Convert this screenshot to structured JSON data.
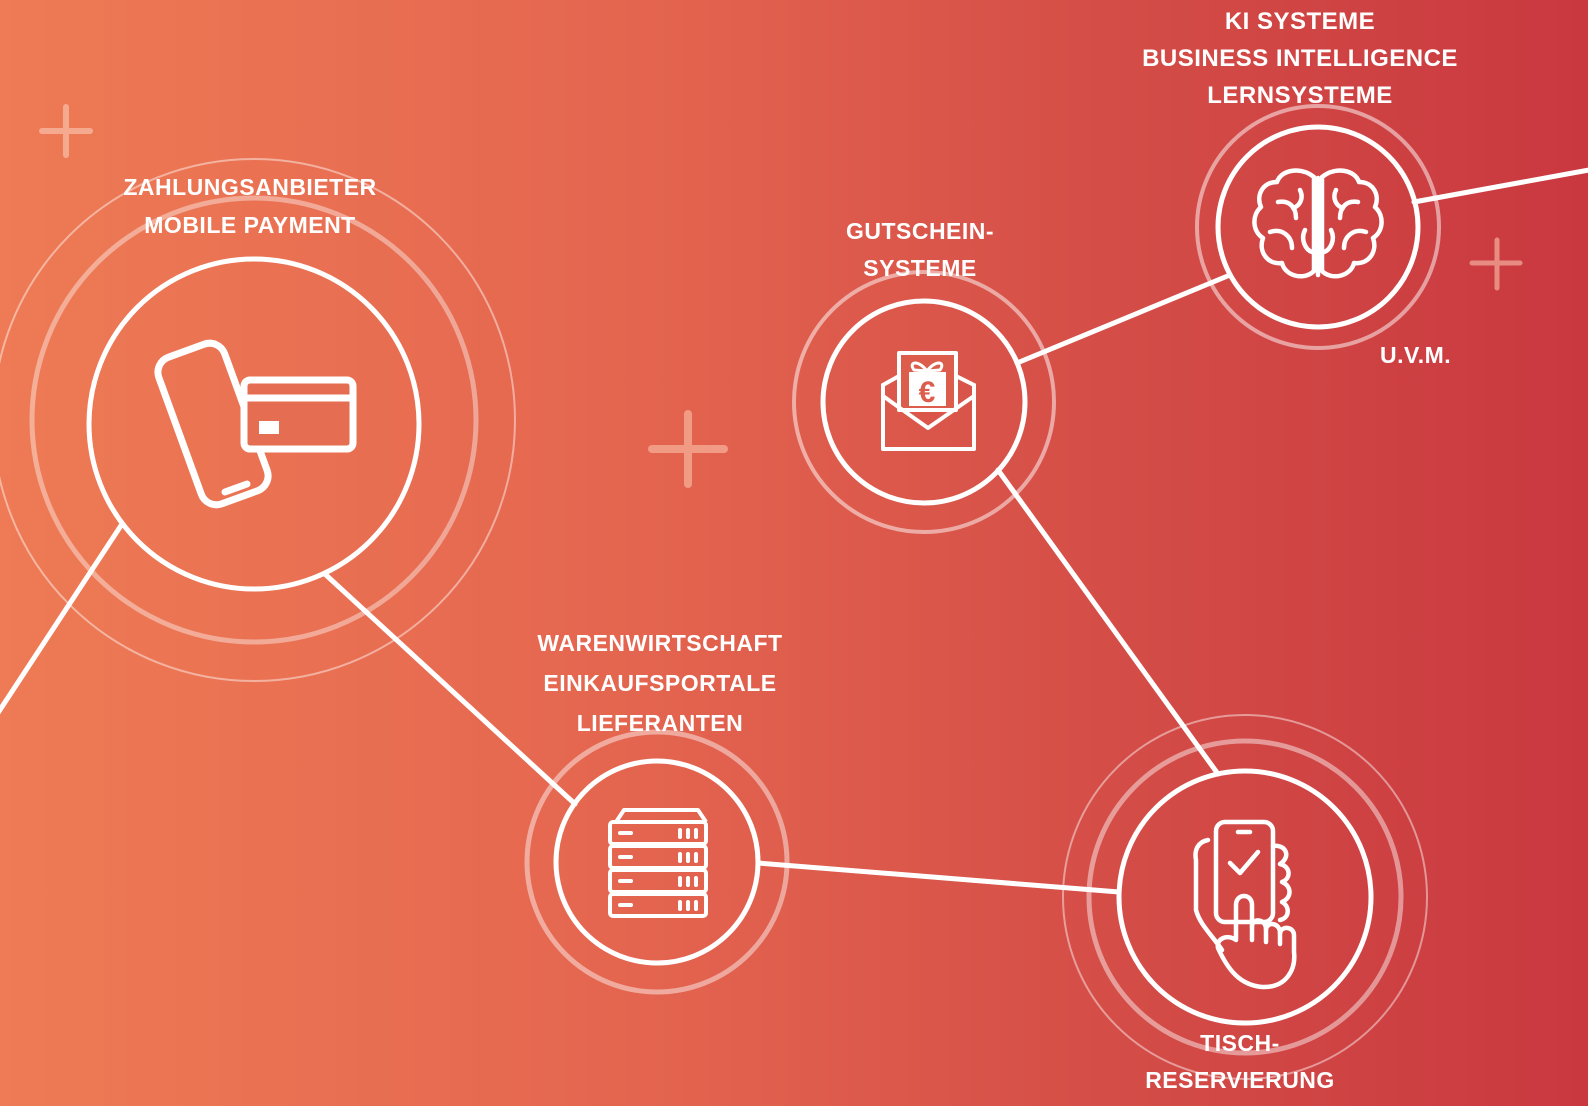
{
  "nodes": {
    "zahlung": {
      "lines": [
        "ZAHLUNGSANBIETER",
        "MOBILE PAYMENT"
      ],
      "icon": "phone-card-icon"
    },
    "gutschein": {
      "lines": [
        "GUTSCHEIN-",
        "SYSTEME"
      ],
      "icon": "voucher-envelope-icon"
    },
    "ki": {
      "lines": [
        "KI SYSTEME",
        "BUSINESS INTELLIGENCE",
        "LERNSYSTEME"
      ],
      "icon": "brain-icon"
    },
    "waren": {
      "lines": [
        "WARENWIRTSCHAFT",
        "EINKAUFSPORTALE",
        "LIEFERANTEN"
      ],
      "icon": "server-icon"
    },
    "tisch": {
      "lines": [
        "TISCH-",
        "RESERVIERUNG"
      ],
      "icon": "hand-phone-check-icon"
    }
  },
  "uvm": "U.V.M.",
  "colors": {
    "gradient_start": "#ee7b55",
    "gradient_end": "#c9383f",
    "line": "#ffffff"
  }
}
